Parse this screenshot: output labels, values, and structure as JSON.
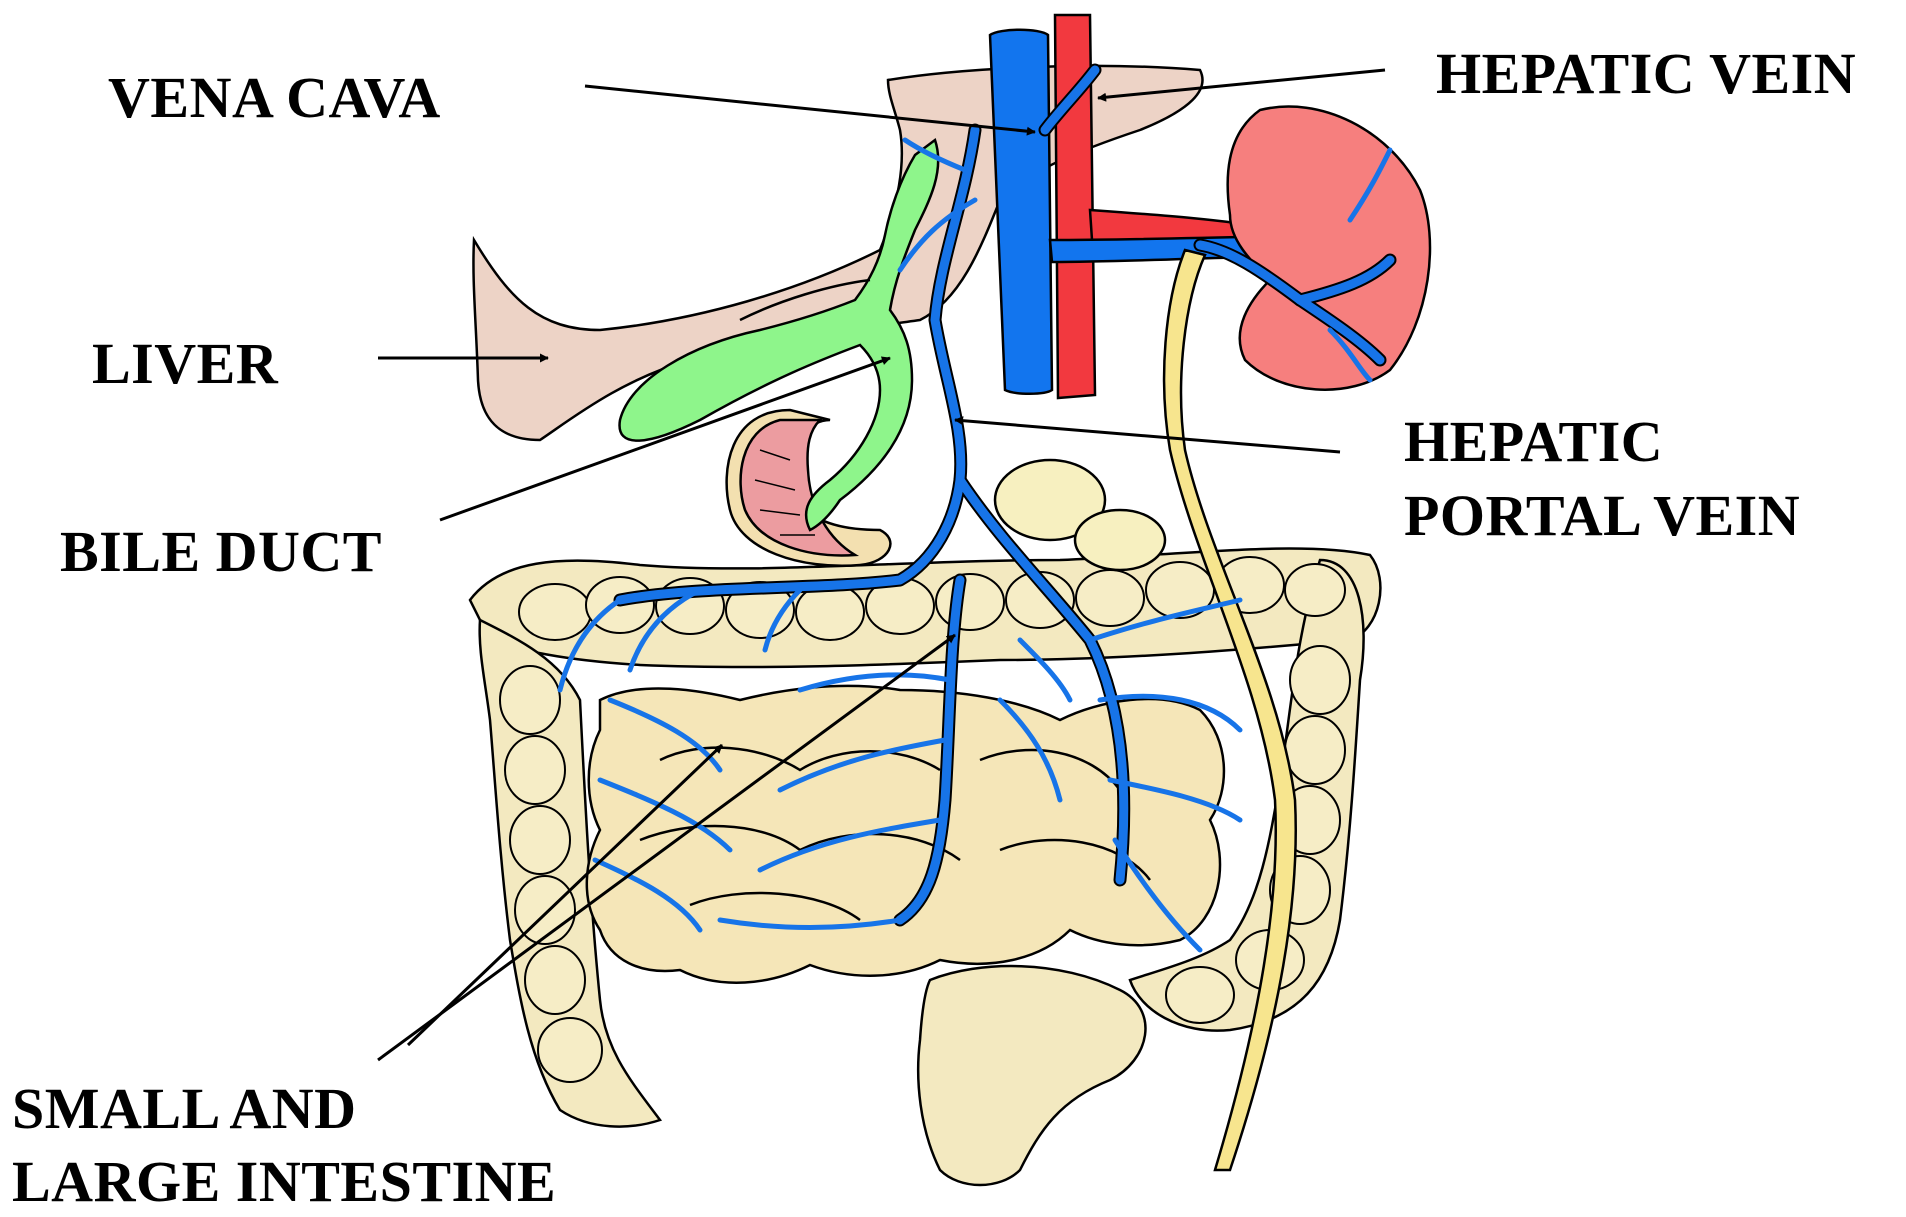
{
  "labels": {
    "vena_cava": "VENA CAVA",
    "hepatic_vein": "HEPATIC VEIN",
    "liver": "LIVER",
    "hepatic_portal_vein_line1": "HEPATIC",
    "hepatic_portal_vein_line2": "PORTAL VEIN",
    "bile_duct": "BILE DUCT",
    "intestine_line1": "SMALL AND",
    "intestine_line2": "LARGE INTESTINE"
  },
  "colors": {
    "liver": "#EDD3C6",
    "vena_cava": "#1275EE",
    "aorta": "#F2393F",
    "portal_vessels": "#1774E8",
    "bile_duct": "#8EF58B",
    "kidney": "#F67F7E",
    "ureter": "#F7E58E",
    "intestine": "#F5E6B8",
    "large_intestine": "#F3E9C0",
    "stomach_inner": "#EC9CA0"
  }
}
